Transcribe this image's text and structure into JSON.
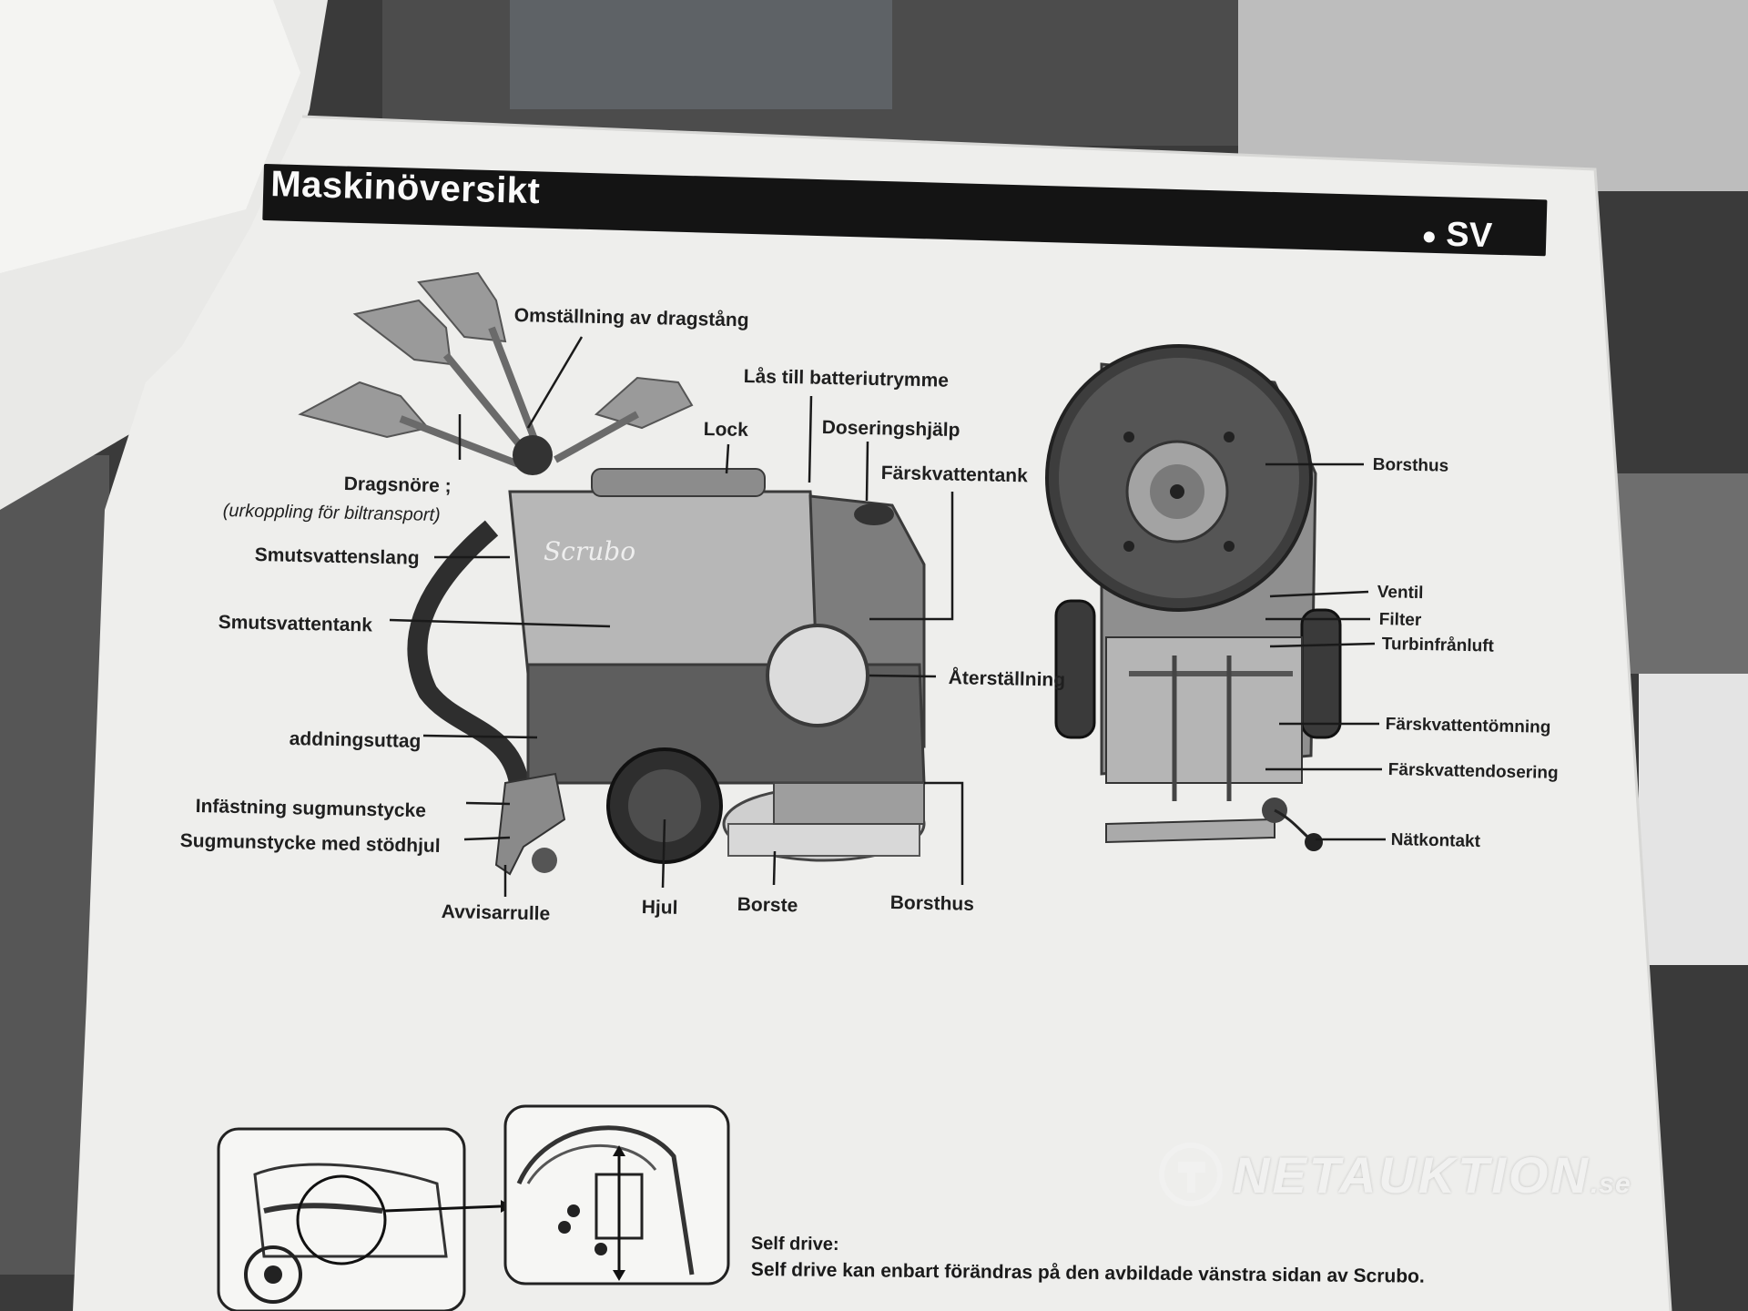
{
  "header": {
    "title": "Maskinöversikt",
    "language": "SV",
    "colors": {
      "bar": "#141414",
      "paper": "#eeeeec"
    }
  },
  "machine": {
    "brand_on_body": "Scrubo"
  },
  "labels_left_view": {
    "drawbar_adjust": "Omställning av dragstång",
    "battery_lock": "Lås till batteriutrymme",
    "lid": "Lock",
    "dosing_aid": "Doseringshjälp",
    "fresh_water_tank": "Färskvattentank",
    "pull_cord": "Dragsnöre ;",
    "pull_cord_note": "(urkoppling för biltransport)",
    "dirty_water_hose": "Smutsvattenslang",
    "dirty_water_tank": "Smutsvattentank",
    "reset": "Återställning",
    "charging_socket": "addningsuttag",
    "squeegee_mount": "Infästning sugmunstycke",
    "squeegee_with_wheel": "Sugmunstycke med stödhjul",
    "deflector_roller": "Avvisarrulle",
    "wheel": "Hjul",
    "brush": "Borste",
    "brush_housing": "Borsthus"
  },
  "labels_bottom_view": {
    "brush_housing": "Borsthus",
    "valve": "Ventil",
    "filter": "Filter",
    "turbine_exhaust": "Turbinfrånluft",
    "fresh_water_drain": "Färskvattentömning",
    "fresh_water_dosing": "Färskvattendosering",
    "mains_contact": "Nätkontakt"
  },
  "self_drive": {
    "title": "Self drive:",
    "text": "Self drive kan enbart förändras på den avbildade vänstra sidan av Scrubo."
  },
  "watermark": {
    "text": "NETAUKTION",
    "tld": ".se"
  }
}
